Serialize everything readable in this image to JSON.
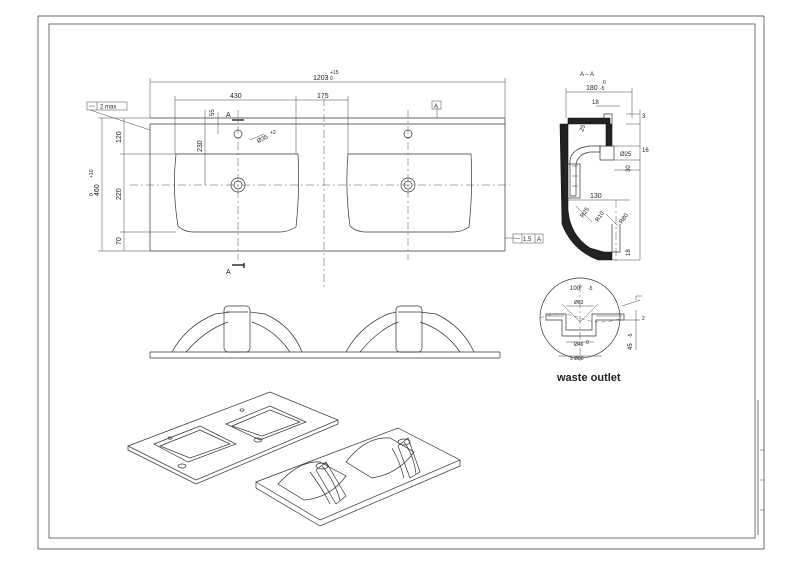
{
  "drawing": {
    "plan_dims": {
      "overall_width": "1203",
      "overall_tol_plus": "+15",
      "overall_tol_zero": "0",
      "basin_width": "430",
      "offset_175": "175",
      "tap_offset": "55",
      "depth_230": "230",
      "tap_hole": "Ø35",
      "tap_tol": "+2",
      "depth_120": "120",
      "depth_220": "220",
      "depth_70": "70",
      "total_depth": "460",
      "total_depth_tol_plus": "+10",
      "total_depth_tol_zero": "0",
      "section_mark": "A",
      "thickness_note": "2 max",
      "datum_ref": "A",
      "flatness": "1.5",
      "flatness_datum": "A"
    },
    "section": {
      "title": "A – A",
      "height": "180",
      "height_tol": "-5",
      "height_tol_zero": "0",
      "d18_top": "18",
      "d3": "3",
      "d16": "16",
      "d25_left": "25",
      "d25_hole": "Ø25",
      "d30": "30",
      "d130": "130",
      "r25": "R25",
      "r10": "R10",
      "r80": "R80",
      "d18_bot": "18"
    },
    "outlet": {
      "angle": "100°",
      "angle_tol": "-5",
      "d63": "Ø63",
      "d46": "Ø46",
      "d46_tol": "0",
      "d80": "≥ Ø80",
      "d45": "45",
      "d45_tol": "-5",
      "d2": "2",
      "label": "waste outlet"
    }
  },
  "colors": {
    "line": "#333333",
    "background": "#ffffff"
  }
}
